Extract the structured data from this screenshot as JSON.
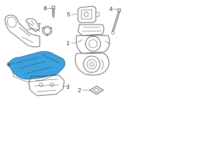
{
  "callouts": {
    "c1": "1",
    "c2": "2",
    "c3": "3",
    "c4": "4",
    "c5": "5",
    "c6": "6",
    "c7": "7",
    "c8": "8"
  },
  "colors": {
    "highlight": "#3aa3df",
    "line": "#3a3a3a",
    "background": "#ffffff"
  }
}
